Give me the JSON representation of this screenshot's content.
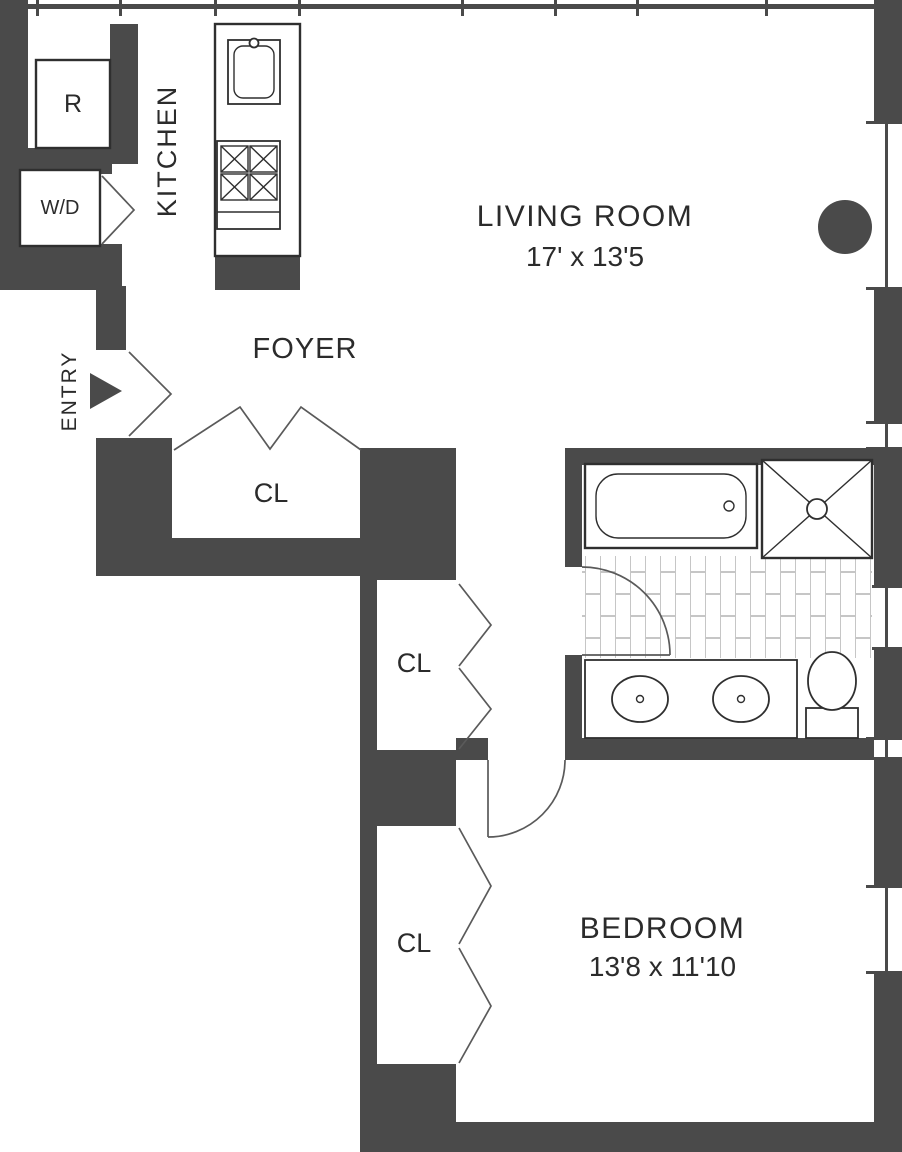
{
  "colors": {
    "wall": "#4a4a4a",
    "line": "#2f2f2f",
    "text": "#2b2b2b",
    "tile": "#c6c6c6"
  },
  "rooms": {
    "kitchen": {
      "label": "KITCHEN"
    },
    "living_room": {
      "label": "LIVING ROOM",
      "dimensions": "17' x 13'5"
    },
    "foyer": {
      "label": "FOYER"
    },
    "entry": {
      "label": "ENTRY"
    },
    "bedroom": {
      "label": "BEDROOM",
      "dimensions": "13'8 x 11'10"
    },
    "closet_foyer": {
      "label": "CL"
    },
    "closet_hall": {
      "label": "CL"
    },
    "closet_bedroom": {
      "label": "CL"
    }
  },
  "appliances": {
    "refrigerator_label": "R",
    "washer_dryer_label": "W/D"
  }
}
